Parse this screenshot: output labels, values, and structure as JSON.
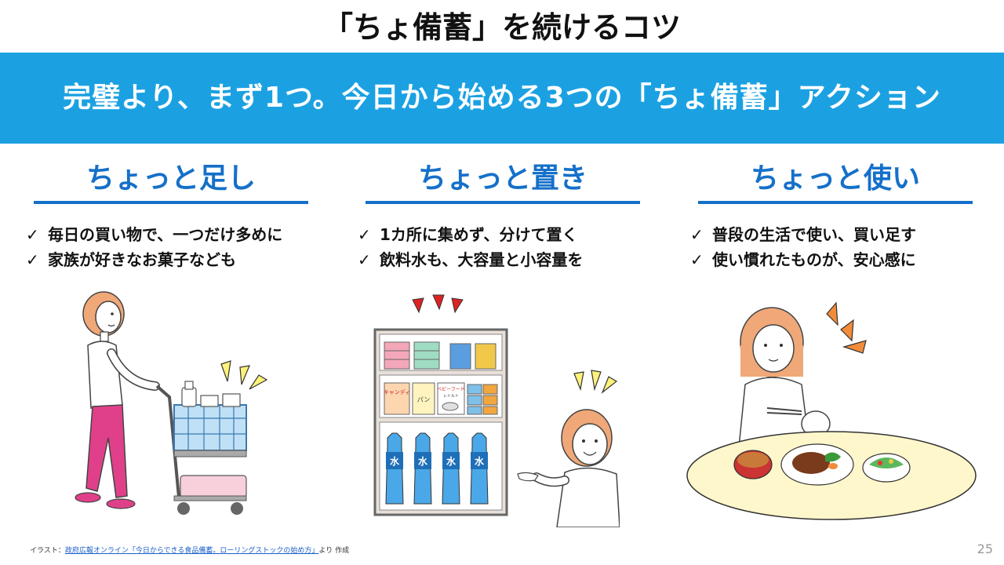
{
  "title": "「ちょ備蓄」を続けるコツ",
  "banner": "完璧より、まず1つ。今日から始める3つの「ちょ備蓄」アクション",
  "columns": [
    {
      "heading": "ちょっと足し",
      "bullets": [
        "毎日の買い物で、一つだけ多めに",
        "家族が好きなお菓子なども"
      ]
    },
    {
      "heading": "ちょっと置き",
      "bullets": [
        "1カ所に集めず、分けて置く",
        "飲料水も、大容量と小容量を"
      ]
    },
    {
      "heading": "ちょっと使い",
      "bullets": [
        "普段の生活で使い、買い足す",
        "使い慣れたものが、安心感に"
      ]
    }
  ],
  "check_mark": "✓",
  "shelf_labels": {
    "water": "水",
    "candy": "キャンディ",
    "bread": "パン",
    "babyfood": "ベビーフード",
    "retort": "レトルト"
  },
  "credit": {
    "prefix": "イラスト：",
    "link": "政府広報オンライン「今日からできる食品備蓄。ローリングストックの始め方」",
    "suffix": "より 作成"
  },
  "page_number": "25",
  "colors": {
    "banner": "#1ba1e2",
    "heading": "#1570c9",
    "accent_pink": "#e0408a",
    "hair": "#f0a878"
  }
}
